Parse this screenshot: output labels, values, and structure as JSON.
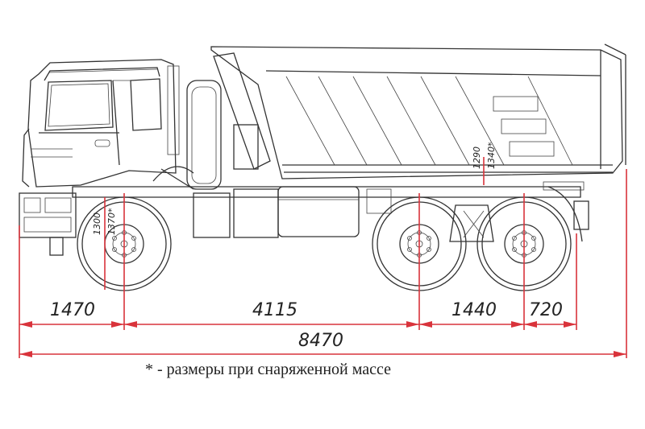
{
  "dimensions": {
    "front_overhang": "1470",
    "wheelbase_front": "4115",
    "rear_axle_spacing": "1440",
    "rear_overhang": "720",
    "overall_length": "8470",
    "front_height_1": "1300",
    "front_height_2": "1370*",
    "body_height_1": "1290",
    "body_height_2": "1340*"
  },
  "footnote": "* - размеры при снаряженной массе",
  "colors": {
    "dimension_line": "#d9333b",
    "drawing_line": "#333333"
  }
}
